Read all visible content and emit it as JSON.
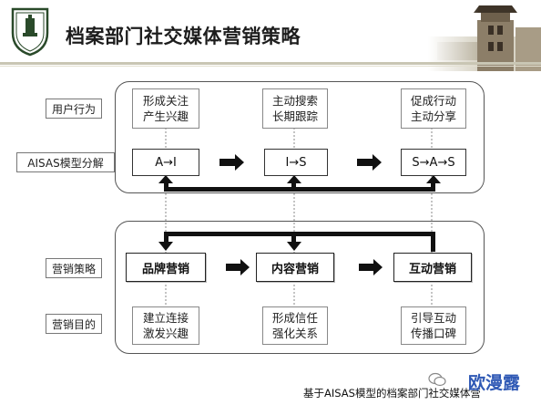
{
  "header": {
    "title": "档案部门社交媒体营销策略"
  },
  "row_labels": {
    "user_behavior": "用户行为",
    "aisas_model": "AISAS模型分解",
    "strategy": "营销策略",
    "goal": "营销目的"
  },
  "behaviors": [
    {
      "line1": "形成关注",
      "line2": "产生兴趣"
    },
    {
      "line1": "主动搜索",
      "line2": "长期跟踪"
    },
    {
      "line1": "促成行动",
      "line2": "主动分享"
    }
  ],
  "aisas_steps": [
    "A→I",
    "I→S",
    "S→A→S"
  ],
  "strategies": [
    "品牌营销",
    "内容营销",
    "互动营销"
  ],
  "goals": [
    {
      "line1": "建立连接",
      "line2": "激发兴趣"
    },
    {
      "line1": "形成信任",
      "line2": "强化关系"
    },
    {
      "line1": "引导互动",
      "line2": "传播口碑"
    }
  ],
  "footer": {
    "caption": "基于AISAS模型的档案部门社交媒体营",
    "watermark": "欧漫露"
  }
}
